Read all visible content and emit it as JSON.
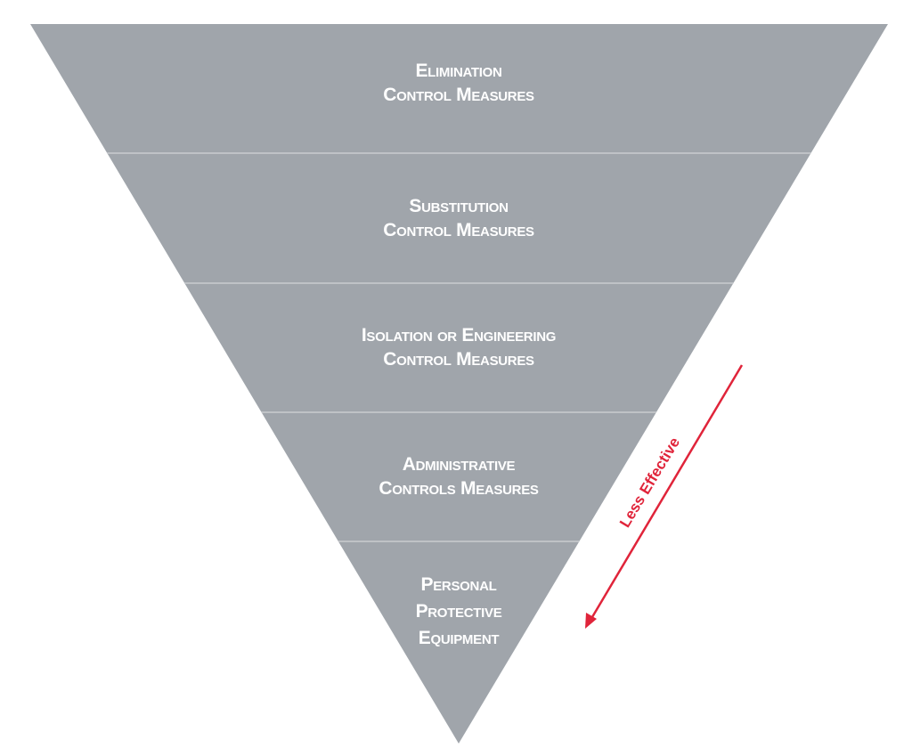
{
  "colors": {
    "band": "#a0a5ab",
    "divider": "#c9ccd0",
    "arrow": "#e0243a",
    "text": "#ffffff"
  },
  "levels": [
    {
      "lines": [
        "Elimination",
        "Control Measures"
      ]
    },
    {
      "lines": [
        "Substitution",
        "Control Measures"
      ]
    },
    {
      "lines": [
        "Isolation or Engineering",
        "Control Measures"
      ]
    },
    {
      "lines": [
        "Administrative",
        "Controls Measures"
      ]
    },
    {
      "lines": [
        "Personal",
        "Protective",
        "Equipment"
      ]
    }
  ],
  "arrow": {
    "label": "Less Effective"
  }
}
